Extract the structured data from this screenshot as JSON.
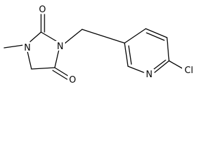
{
  "molecule": {
    "atoms": {
      "carbonyl_oxygen_top": "O",
      "carbonyl_oxygen_bottom": "O",
      "ring_nitrogen_methyl": "N",
      "ring_nitrogen_benzyl": "N",
      "pyridine_nitrogen": "N",
      "chlorine": "Cl"
    }
  }
}
